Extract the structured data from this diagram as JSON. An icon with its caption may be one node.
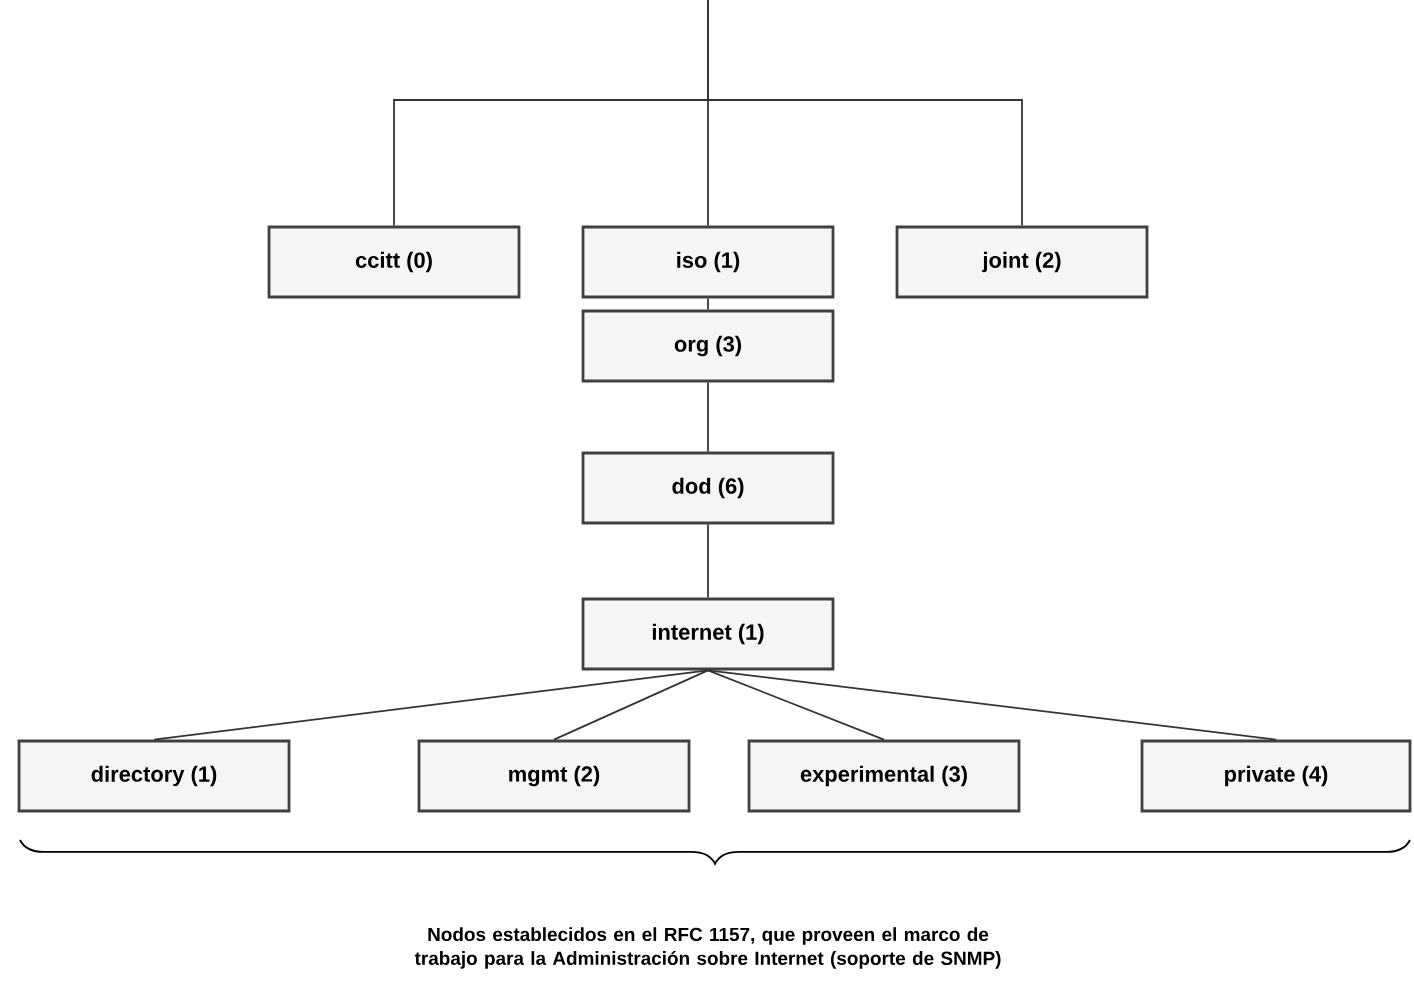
{
  "diagram": {
    "caption": "Nodos establecidos en el RFC 1157, que proveen el marco de trabajo para la Administración sobre Internet (soporte de SNMP)",
    "nodes": [
      {
        "text": [
          "ccitt (0)"
        ]
      },
      {
        "text": [
          "iso (1)"
        ]
      },
      {
        "text": [
          "joint (2)"
        ]
      },
      {
        "text": [
          "org (3)"
        ]
      },
      {
        "text": [
          "dod (6)"
        ]
      },
      {
        "text": [
          "internet (1)"
        ]
      },
      {
        "text": [
          "directory (1)"
        ]
      },
      {
        "text": [
          "mgmt (2)"
        ]
      },
      {
        "text": [
          "experimental (3)"
        ]
      },
      {
        "text": [
          "private (4)"
        ]
      }
    ],
    "edges": [
      {
        "from": null,
        "to": 0,
        "arrow": "none"
      },
      {
        "from": null,
        "to": 1,
        "arrow": "none"
      },
      {
        "from": null,
        "to": 2,
        "arrow": "none"
      },
      {
        "from": 1,
        "to": 3,
        "arrow": "none"
      },
      {
        "from": 3,
        "to": 4,
        "arrow": "none"
      },
      {
        "from": 4,
        "to": 5,
        "arrow": "none"
      },
      {
        "from": 5,
        "to": 6,
        "arrow": "none"
      },
      {
        "from": 5,
        "to": 7,
        "arrow": "none"
      },
      {
        "from": 5,
        "to": 8,
        "arrow": "none"
      },
      {
        "from": 5,
        "to": 9,
        "arrow": "none"
      }
    ]
  }
}
